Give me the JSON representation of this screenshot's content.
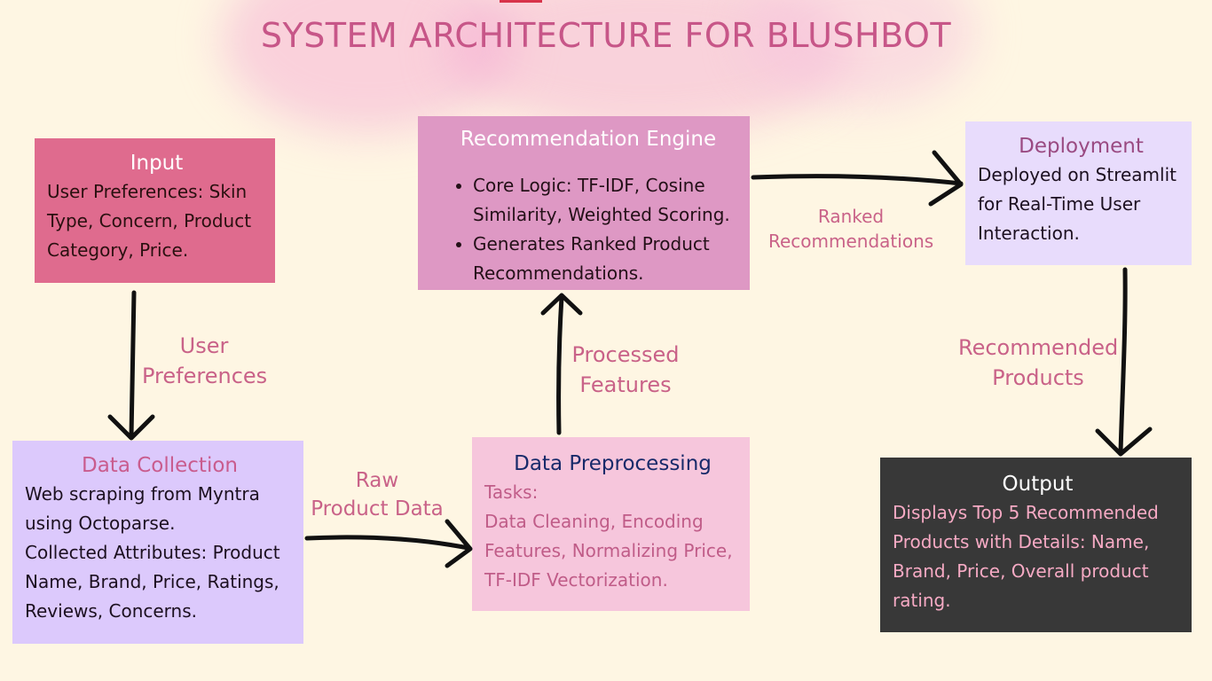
{
  "title": "SYSTEM ARCHITECTURE FOR BLUSHBOT",
  "colors": {
    "background": "#fef6e3",
    "title": "#c75688",
    "input": "#df6b8e",
    "recommendation_engine": "#de98c4",
    "deployment": "#e8dcfc",
    "data_collection": "#dcc9fc",
    "data_preprocessing": "#f6c6dc",
    "output": "#383838",
    "arrow": "#111111"
  },
  "boxes": {
    "input": {
      "title": "Input",
      "body": "User Preferences: Skin Type, Concern, Product Category, Price."
    },
    "recommendation_engine": {
      "title": "Recommendation Engine",
      "bullets": [
        "Core Logic: TF-IDF, Cosine Similarity, Weighted Scoring.",
        "Generates Ranked Product Recommendations."
      ]
    },
    "deployment": {
      "title": "Deployment",
      "body": "Deployed on Streamlit for Real-Time User Interaction."
    },
    "data_collection": {
      "title": "Data Collection",
      "lines": [
        "Web scraping from Myntra using Octoparse.",
        "Collected Attributes: Product Name, Brand, Price, Ratings, Reviews, Concerns."
      ]
    },
    "data_preprocessing": {
      "title": "Data Preprocessing",
      "tasks_label": "Tasks:",
      "body": "Data Cleaning, Encoding Features, Normalizing Price, TF-IDF Vectorization."
    },
    "output": {
      "title": "Output",
      "body": "Displays Top 5 Recommended Products with Details: Name, Brand, Price, Overall product rating."
    }
  },
  "edges": {
    "user_preferences": [
      "User",
      "Preferences"
    ],
    "raw_product_data": [
      "Raw",
      "Product Data"
    ],
    "processed_features": [
      "Processed",
      "Features"
    ],
    "ranked_recommendations": [
      "Ranked",
      "Recommendations"
    ],
    "recommended_products": [
      "Recommended",
      "Products"
    ]
  }
}
